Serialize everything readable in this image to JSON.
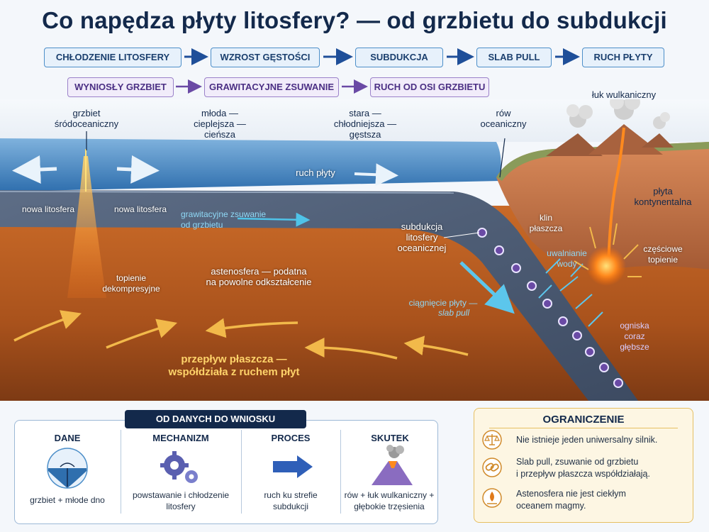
{
  "title": "Co napędza płyty litosfery? — od grzbietu do subdukcji",
  "flow_top": [
    "CHŁODZENIE LITOSFERY",
    "WZROST GĘSTOŚCI",
    "SUBDUKCJA",
    "SLAB PULL",
    "RUCH PŁYTY"
  ],
  "flow_second": [
    "WYNIOSŁY GRZBIET",
    "GRAWITACYJNE ZSUWANIE",
    "RUCH OD OSI GRZBIETU"
  ],
  "labels": {
    "ridge": "grzbiet\nśródoceaniczny",
    "young": "młoda —\ncieplejsza —\ncieńsza",
    "old": "stara —\nchłodniejsza —\ngęstsza",
    "trench": "rów\noceaniczny",
    "arc": "łuk wulkaniczny",
    "continental": "płyta\nkontynentalna",
    "plate_motion": "ruch płyty",
    "new_lith_left": "nowa litosfera",
    "new_lith_right": "nowa litosfera",
    "gravity_slide": "grawitacyjne zsuwanie\nod grzbietu",
    "subduction": "subdukcja\nlitosfery\noceanicznej",
    "wedge": "klin\npłaszcza",
    "water": "uwalnianie\nwody",
    "partial_melt": "częściowe\ntopienie",
    "decompression": "topienie\ndekompresyjne",
    "asthenosphere": "astenosfera — podatna\nna powolne odkształcenie",
    "slab_pull_1": "ciągnięcie płyty —",
    "slab_pull_2": "slab pull",
    "foci": "ogniska\ncoraz\ngłębsze",
    "mantle_flow": "przepływ płaszcza —\nwspółdziała z ruchem płyt"
  },
  "bottom": {
    "heading": "OD DANYCH DO WNIOSKU",
    "columns": [
      {
        "head": "DANE",
        "text": "grzbiet + młode dno",
        "icon": "ocean-ridge-icon"
      },
      {
        "head": "MECHANIZM",
        "text": "powstawanie i chłodzenie\nlitosfery",
        "icon": "gears-icon"
      },
      {
        "head": "PROCES",
        "text": "ruch ku strefie\nsubdukcji",
        "icon": "arrow-right-icon"
      },
      {
        "head": "SKUTEK",
        "text": "rów + łuk wulkaniczny +\ngłębokie trzęsienia",
        "icon": "volcano-icon"
      }
    ]
  },
  "limitation": {
    "heading": "OGRANICZENIE",
    "items": [
      {
        "text": "Nie istnieje jeden uniwersalny silnik.",
        "icon": "scales-icon"
      },
      {
        "text": "Slab pull, zsuwanie od grzbietu\ni przepływ płaszcza współdziałają.",
        "icon": "chain-link-icon"
      },
      {
        "text": "Astenosfera nie jest ciekłym\noceanem magmy.",
        "icon": "magma-drop-icon"
      }
    ]
  },
  "colors": {
    "navy": "#13294b",
    "ocean": "#3f86c6",
    "mantle": "#b8561b",
    "slab": "#4a5a72",
    "crust": "#c9794a"
  }
}
